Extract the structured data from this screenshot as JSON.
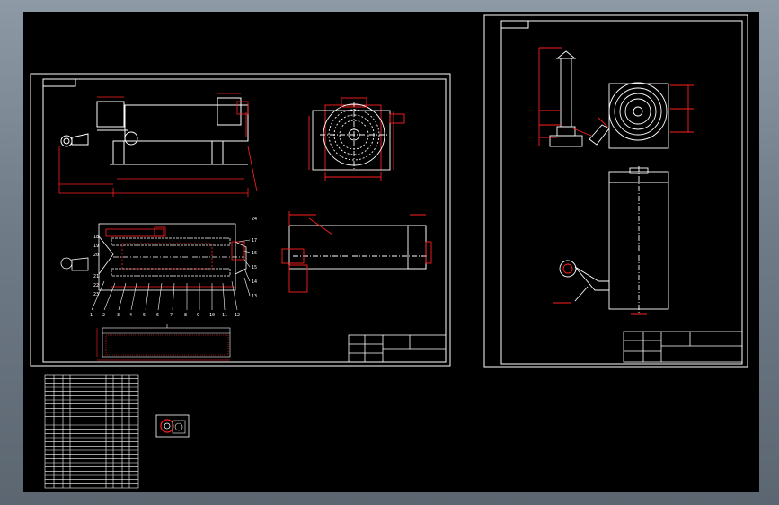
{
  "colors": {
    "background": "#000000",
    "frame": "#ffffff",
    "dimension": "#ff2020",
    "centerline": "#ffffff"
  },
  "sheet_left": {
    "title_block": {
      "name": "",
      "scale": "",
      "material": ""
    },
    "leader_numbers": [
      "1",
      "2",
      "3",
      "4",
      "5",
      "6",
      "7",
      "8",
      "9",
      "10",
      "11",
      "12",
      "13",
      "14",
      "15",
      "16",
      "17",
      "18",
      "19",
      "20",
      "21",
      "22",
      "23",
      "24"
    ]
  },
  "sheet_right": {
    "title_block": {
      "name": "",
      "scale": ""
    },
    "labels": [
      "",
      ""
    ]
  },
  "parts_list": {
    "rows": 27
  },
  "icons": {
    "thumbnail": "fan-icon"
  }
}
